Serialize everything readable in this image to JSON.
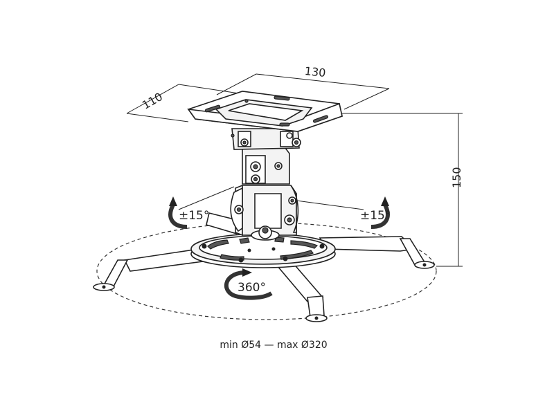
{
  "dimensions": {
    "width": "130",
    "depth": "110",
    "height": "150"
  },
  "rotations": {
    "tilt_left": "±15°",
    "tilt_right": "±15°",
    "swivel": "360°"
  },
  "caption": "min Ø54 — max Ø320",
  "icons": [
    "rotation-arrow-icon",
    "dimension-arrow-icon"
  ]
}
